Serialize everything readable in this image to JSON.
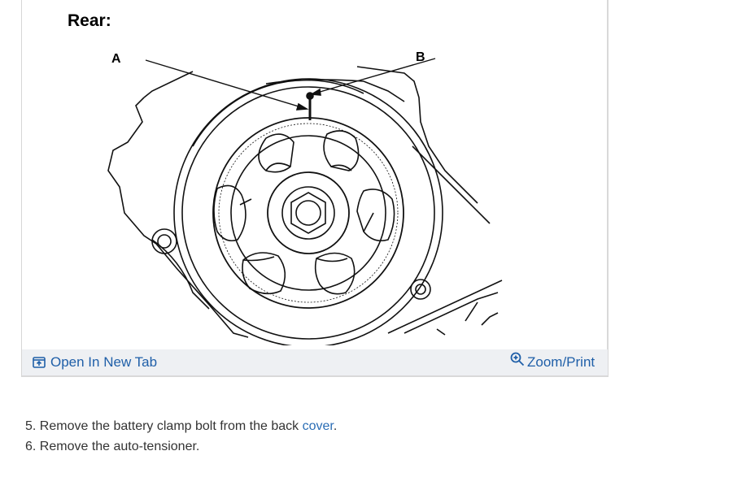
{
  "figure": {
    "title": "Rear:",
    "callouts": {
      "a": "A",
      "b": "B"
    },
    "actions": {
      "open_new_tab": {
        "label": "Open In New Tab",
        "icon": "open-new-tab-icon"
      },
      "zoom_print": {
        "label": "Zoom/Print",
        "icon": "zoom-in-icon"
      }
    }
  },
  "steps": [
    {
      "number": "5.",
      "text_before": "Remove the battery clamp bolt from the back",
      "link": "cover",
      "text_after": "."
    },
    {
      "number": "6.",
      "text_before": "Remove the auto-tensioner.",
      "link": "",
      "text_after": ""
    }
  ],
  "colors": {
    "link": "#1f5fa8",
    "action_bar": "#eef0f3"
  }
}
